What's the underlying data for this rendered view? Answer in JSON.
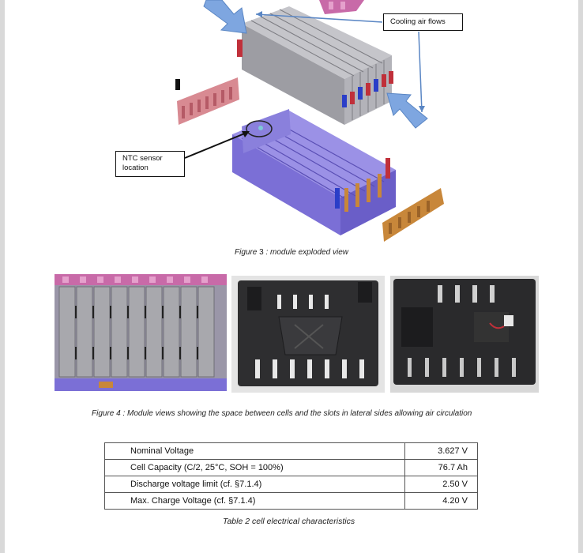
{
  "figure3": {
    "callout_cooling": "Cooling air flows",
    "callout_ntc_line1": "NTC sensor",
    "callout_ntc_line2": "location",
    "caption_prefix": "Figure ",
    "caption_number": "3",
    "caption_text": " : module exploded view"
  },
  "figure4": {
    "caption": "Figure 4 : Module views showing the space between cells and the slots in lateral sides allowing air circulation"
  },
  "table2": {
    "rows": [
      {
        "label": "Nominal Voltage",
        "value": "3.627 V"
      },
      {
        "label": "Cell Capacity (C/2, 25°C, SOH = 100%)",
        "value": "76.7 Ah"
      },
      {
        "label": "Discharge voltage limit (cf. §7.1.4)",
        "value": "2.50 V"
      },
      {
        "label": "Max. Charge Voltage (cf. §7.1.4)",
        "value": "4.20 V"
      }
    ],
    "caption": "Table 2 cell electrical characteristics"
  },
  "colors": {
    "cell_gray": "#a8a8ad",
    "housing_purple": "#7b6fd6",
    "terminal_pink": "#c86aa8",
    "bracket_orange": "#c8873a",
    "arrow_blue": "#7ea6e0",
    "plastic_black": "#2a2a2a"
  }
}
